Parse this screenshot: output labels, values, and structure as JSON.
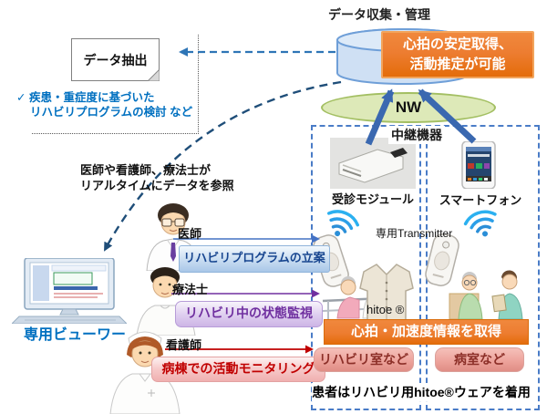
{
  "top": {
    "db_label": "データ収集・管理",
    "highlight": {
      "line1": "心拍の安定取得、",
      "line2": "活動推定が可能"
    },
    "network_label": "NW"
  },
  "analysis": {
    "extract_label": "データ抽出",
    "note_line1": "✓ 疾患・重症度に基づいた",
    "note_line2": "リハビリプログラムの検討 など"
  },
  "staff": {
    "note_line1": "医師や看護師、療法士が",
    "note_line2": "リアルタイムにデータを参照",
    "viewer_label": "専用ビューワー",
    "roles": [
      {
        "name": "医師",
        "action": "リハビリプログラムの立案"
      },
      {
        "name": "療法士",
        "action": "リハビリ中の状態監視"
      },
      {
        "name": "看護師",
        "action": "病棟での活動モニタリング"
      }
    ]
  },
  "patient_area": {
    "relay_title": "中継機器",
    "module_label": "受診モジュール",
    "phone_label": "スマートフォン",
    "transmitter_label": "専用Transmitter",
    "wear_label": "hitoe ®",
    "banner": "心拍・加速度情報を取得",
    "room_left": "リハビリ室など",
    "room_right": "病室など",
    "footer": "患者はリハビリ用hitoe®ウェアを着用"
  },
  "icons": {
    "database": "database-cylinder",
    "network": "nw-ellipse",
    "wifi": "wifi-signal",
    "check": "checkmark"
  },
  "colors": {
    "accent_orange": "#ED7D31",
    "doctor_blue": "#1F4E79",
    "therapist_purple": "#7030A0",
    "nurse_red": "#C00000",
    "note_blue": "#0070C0",
    "arrow_blue": "#3A68B0",
    "dash_navy": "#1F4E79",
    "dash_border_blue": "#4A7CC7",
    "cylinder_fill": "#CFE0F4",
    "nw_fill": "#DDE9B8"
  }
}
